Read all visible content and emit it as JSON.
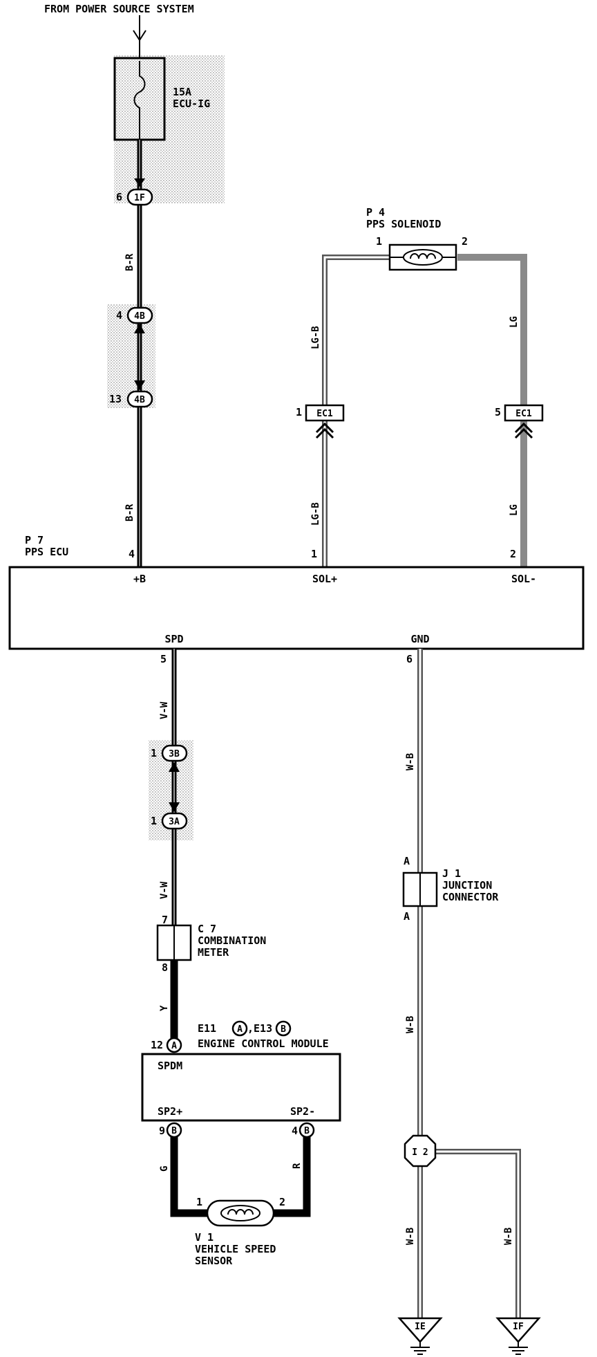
{
  "source": {
    "label": "FROM POWER SOURCE SYSTEM"
  },
  "fuse": {
    "rating": "15A",
    "name": "ECU-IG"
  },
  "connectors": {
    "c1F": {
      "pin": "6",
      "id": "1F"
    },
    "c4B_top": {
      "pin": "4",
      "id": "4B"
    },
    "c4B_bot": {
      "pin": "13",
      "id": "4B"
    },
    "ec1_left": {
      "pin": "1",
      "id": "EC1"
    },
    "ec1_right": {
      "pin": "5",
      "id": "EC1"
    },
    "c3B": {
      "pin": "1",
      "id": "3B"
    },
    "c3A": {
      "pin": "1",
      "id": "3A"
    },
    "ecmA": {
      "pin": "12",
      "id": "A"
    },
    "ecmB_left": {
      "pin": "9",
      "id": "B"
    },
    "ecmB_right": {
      "pin": "4",
      "id": "B"
    }
  },
  "solenoid": {
    "code": "P 4",
    "name": "PPS SOLENOID",
    "pin1": "1",
    "pin2": "2"
  },
  "ecu": {
    "code": "P 7",
    "name": "PPS ECU",
    "pin_b": "4",
    "term_b": "+B",
    "pin_solp": "1",
    "term_solp": "SOL+",
    "pin_solm": "2",
    "term_solm": "SOL-",
    "pin_spd": "5",
    "term_spd": "SPD",
    "pin_gnd": "6",
    "term_gnd": "GND"
  },
  "wires": {
    "br1": "B-R",
    "br2": "B-R",
    "lgb1": "LG-B",
    "lgb2": "LG-B",
    "lg1": "LG",
    "lg2": "LG",
    "vw1": "V-W",
    "vw2": "V-W",
    "y": "Y",
    "wb1": "W-B",
    "wb2": "W-B",
    "wb3": "W-B",
    "wb4": "W-B",
    "g": "G",
    "r": "R"
  },
  "meter": {
    "code": "C 7",
    "name1": "COMBINATION",
    "name2": "METER",
    "pin_top": "7",
    "pin_bot": "8"
  },
  "junction": {
    "code": "J 1",
    "name1": "JUNCTION",
    "name2": "CONNECTOR",
    "pin_top": "A",
    "pin_bot": "A"
  },
  "ecm": {
    "codes_prefix": "E11",
    "code_a": "A",
    "codes_mid": ",E13",
    "code_b": "B",
    "name": "ENGINE CONTROL MODULE",
    "term_spdm": "SPDM",
    "term_sp2p": "SP2+",
    "term_sp2m": "SP2-"
  },
  "splice": {
    "id": "I 2"
  },
  "grounds": {
    "ie": "IE",
    "if": "IF"
  },
  "sensor": {
    "code": "V 1",
    "name1": "VEHICLE SPEED",
    "name2": "SENSOR",
    "pin1": "1",
    "pin2": "2"
  }
}
